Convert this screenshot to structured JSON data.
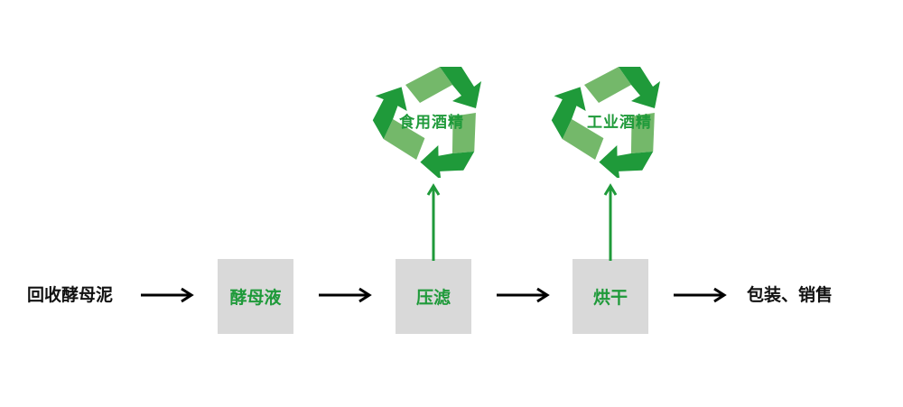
{
  "colors": {
    "accent": "#1f9a3a",
    "accent_light": "#74b86a",
    "box": "#d9d9d9",
    "text": "#111111"
  },
  "flow": {
    "start": "回收酵母泥",
    "steps": [
      "酵母液",
      "压滤",
      "烘干"
    ],
    "end": "包装、销售"
  },
  "products": {
    "food_alcohol": "食用酒精",
    "industrial_alcohol": "工业酒精"
  },
  "icons": [
    "arrow-right-icon",
    "arrow-up-icon",
    "recycle-icon"
  ]
}
